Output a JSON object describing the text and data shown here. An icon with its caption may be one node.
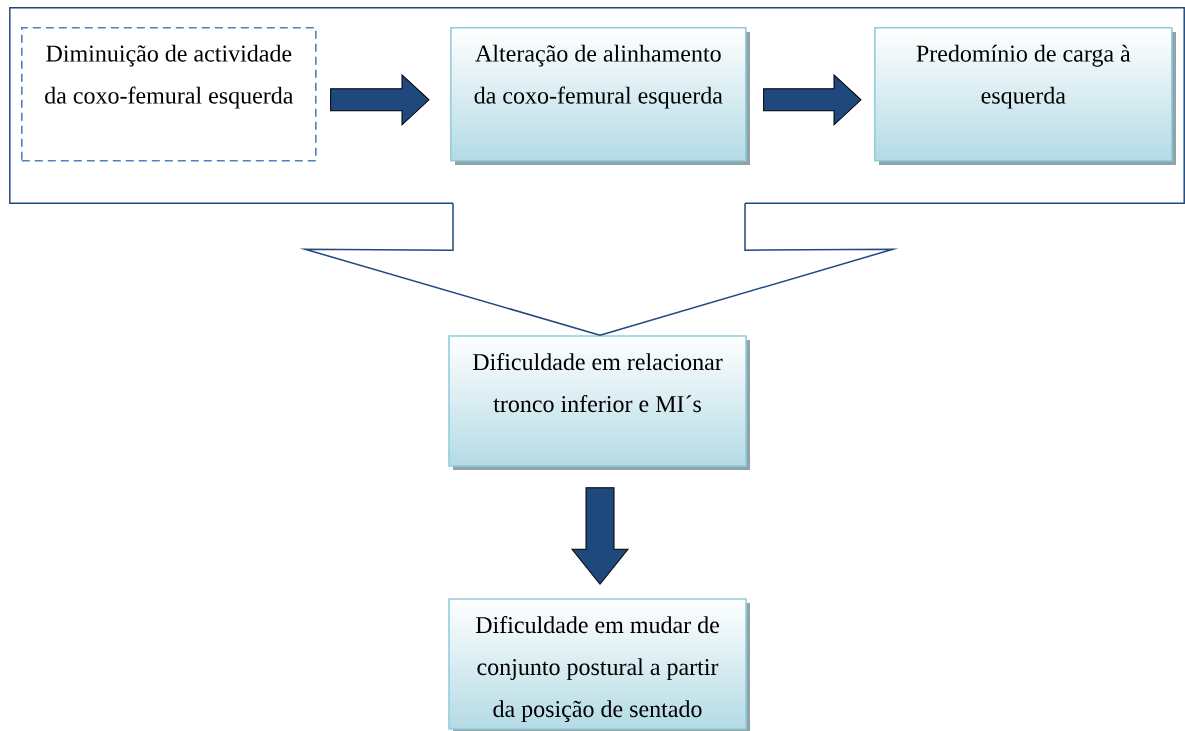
{
  "diagram": {
    "nodes": [
      {
        "text": [],
        "shape": "box"
      },
      {
        "text": [
          "Diminuição de actividade da coxo-femural esquerda"
        ],
        "in": 0
      },
      {
        "text": [
          "Alteração de alinhamento da coxo-femural esquerda"
        ],
        "in": 0
      },
      {
        "text": [
          "Predomínio de carga à esquerda"
        ],
        "in": 0
      },
      {
        "text": [
          "Dificuldade em relacionar tronco inferior e MI´s"
        ]
      },
      {
        "text": [
          "Dificuldade em mudar de conjunto postural a partir da posição de sentado"
        ]
      }
    ],
    "edges": [
      {
        "from": 1,
        "to": 2,
        "arrow": "to"
      },
      {
        "from": 2,
        "to": 3,
        "arrow": "to"
      },
      {
        "from": 0,
        "to": 4,
        "arrow": "none"
      },
      {
        "from": 4,
        "to": 5,
        "arrow": "to"
      }
    ]
  }
}
